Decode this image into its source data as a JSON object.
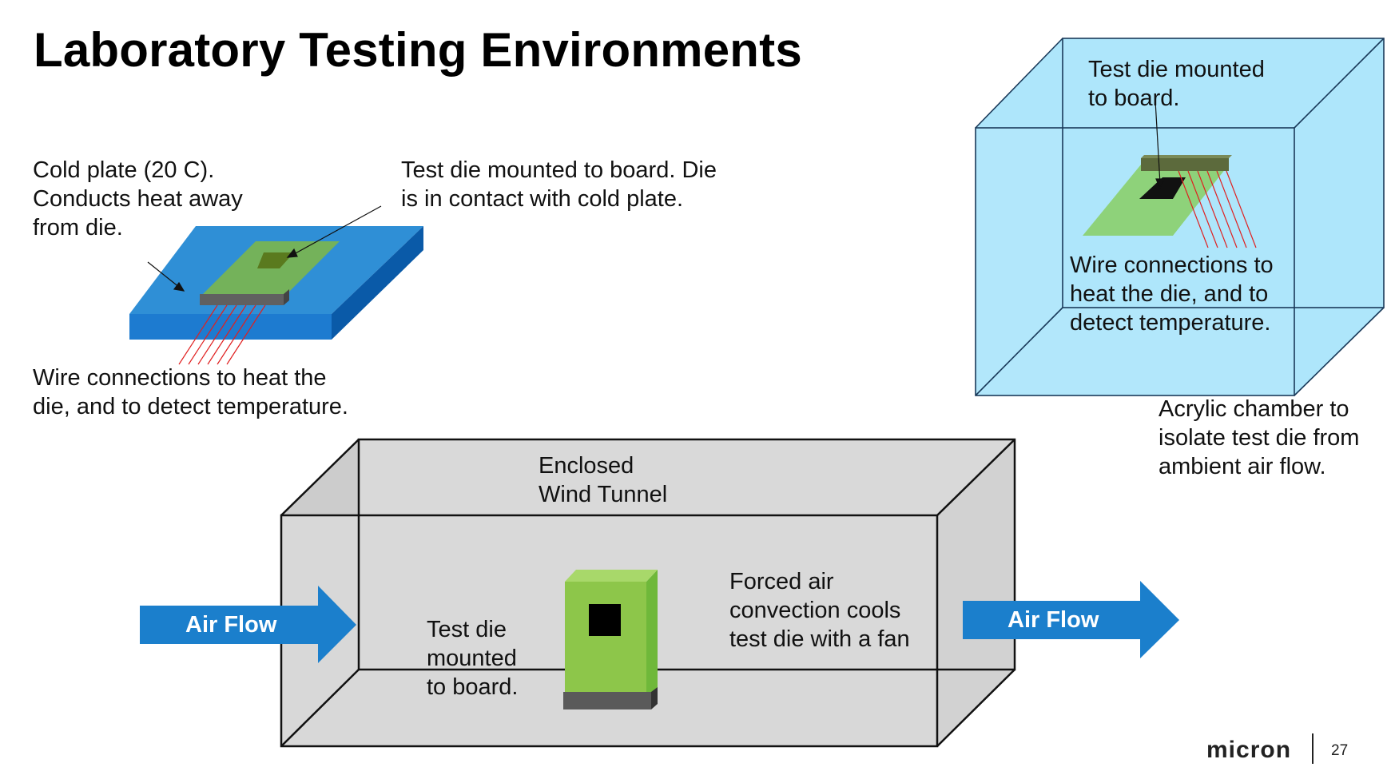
{
  "slide": {
    "title": "Laboratory Testing Environments",
    "page_number": "27",
    "logo_text": "micron"
  },
  "cold_plate": {
    "plate_label": "Cold plate (20 C).\nConducts heat away\nfrom die.",
    "die_label": "Test die mounted to board. Die\nis in contact with cold plate.",
    "wire_label": "Wire connections to heat the\ndie, and to detect temperature."
  },
  "chamber": {
    "die_label": "Test die mounted\nto board.",
    "wire_label": "Wire connections to\nheat the die, and to\ndetect temperature.",
    "chamber_label": "Acrylic chamber to\nisolate test die from\nambient air flow."
  },
  "wind_tunnel": {
    "tunnel_label": "Enclosed\nWind Tunnel",
    "die_label": "Test die\nmounted\nto board.",
    "fan_label": "Forced air\nconvection cools\ntest die with a fan",
    "airflow_in_label": "Air Flow",
    "airflow_out_label": "Air Flow"
  },
  "colors": {
    "plate_blue": "#2f8fd6",
    "chamber_cyan": "#aee6fb",
    "board_green": "#8dc64a",
    "arrow_blue": "#1b7fcc",
    "tunnel_grey": "#d9d9d9",
    "wire_red": "#e02020"
  }
}
